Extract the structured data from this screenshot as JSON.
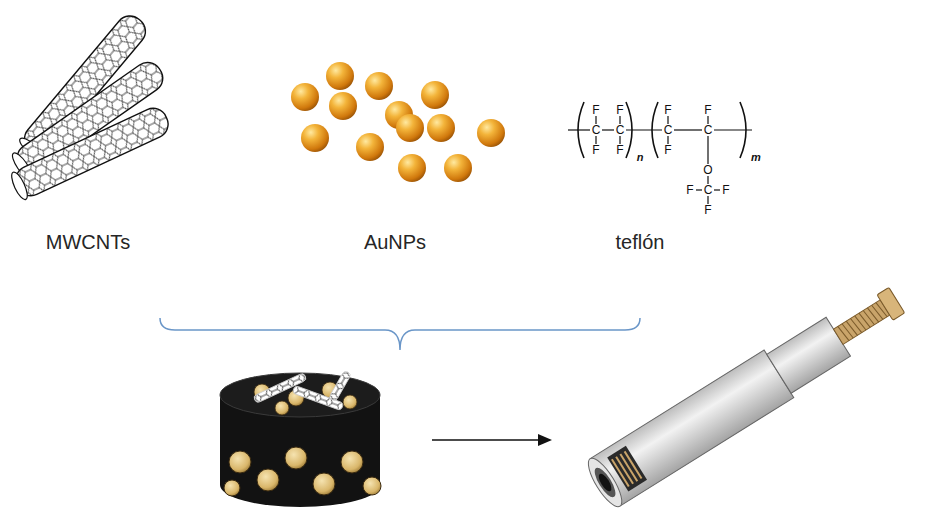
{
  "diagram": {
    "labels": [
      "F",
      "F",
      "F",
      "F",
      "C",
      "C",
      "C",
      "C",
      "F",
      "F",
      "n",
      "F",
      "m",
      "O",
      "F",
      "C",
      "F",
      "F",
      "MWCNTs",
      "AuNPs",
      "teflón"
    ]
  }
}
